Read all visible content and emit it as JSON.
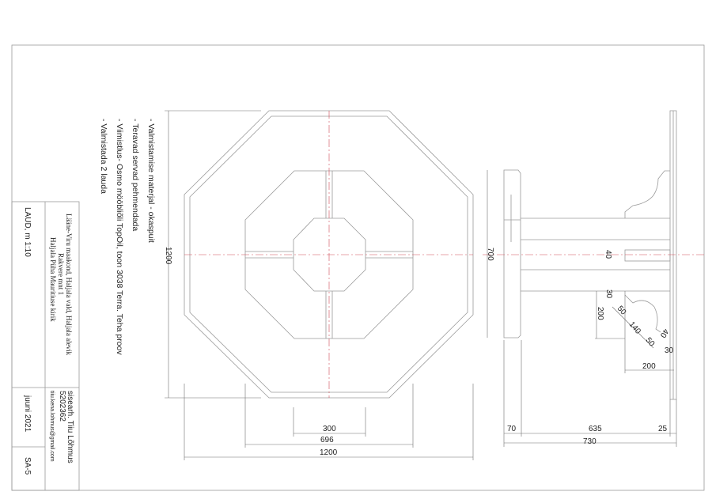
{
  "notes": [
    "-  Valmistamise materjal - okaspuit",
    "-  Teravad servad pehmendada",
    "-  Viimistlus- Osmo mööbliõli TopOil, toon 3038 Terra. Teha proov",
    "-  Valmistada 2 lauda"
  ],
  "title_block": {
    "title": "LAUD, m 1:10",
    "address_line1": "Lääne-Viru maakond, Haljala vald, Haljala alevik",
    "address_line2": "Rakvere mnt 1",
    "address_line3": "Haljala Püha Mauritiuse kirik",
    "author": "sisearh. Tiiu Lõhmus",
    "phone": "5202362",
    "email": "tiiu.kena.lohmus@gmail.com",
    "date": "juuni 2021",
    "sheet": "SA-5"
  },
  "plan_dims": {
    "width": "1200",
    "depth": "1200",
    "inner": "696",
    "center": "300"
  },
  "side_dims": {
    "height": "700",
    "leg": "70",
    "span": "635",
    "top": "25",
    "total": "730",
    "slot": "40",
    "d30a": "30",
    "d200v": "200",
    "d50a": "50",
    "d140": "140",
    "d50b": "50",
    "d40": "40",
    "d30b": "30",
    "d200h": "200"
  }
}
